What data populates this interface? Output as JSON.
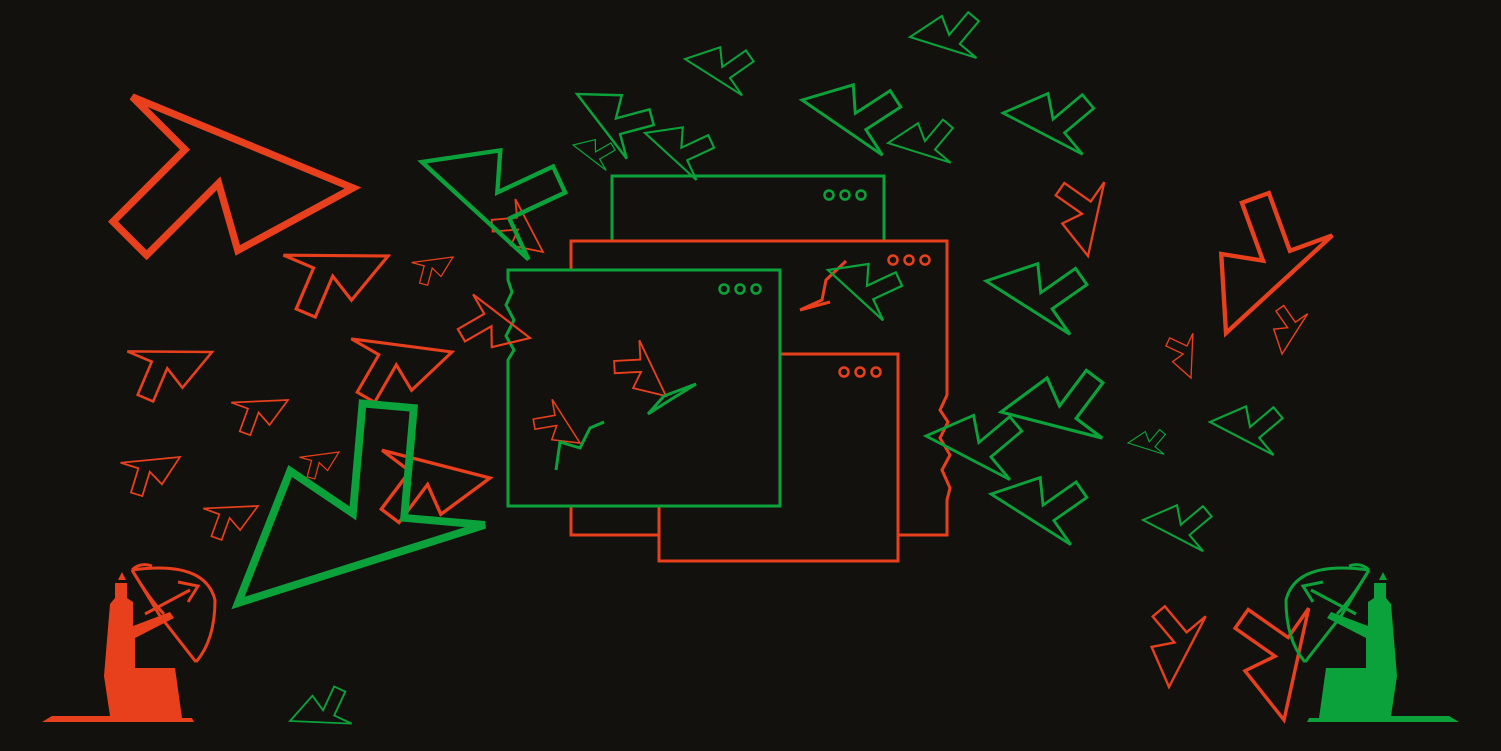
{
  "scene": {
    "background": "#12110d",
    "colors": {
      "red": "#e8401c",
      "green": "#0ba13b"
    },
    "windows": [
      {
        "name": "window-back-green",
        "color": "green",
        "controls_icon": "three-dots-icon"
      },
      {
        "name": "window-mid-red",
        "color": "red",
        "controls_icon": "three-dots-icon"
      },
      {
        "name": "window-front-green",
        "color": "green",
        "controls_icon": "three-dots-icon"
      },
      {
        "name": "window-front-red",
        "color": "red",
        "controls_icon": "three-dots-icon"
      }
    ],
    "figures": [
      {
        "name": "archer-red",
        "color": "red",
        "icon": "archer-icon"
      },
      {
        "name": "archer-green",
        "color": "green",
        "icon": "archer-icon"
      }
    ],
    "cursor_icon": "mouse-cursor-icon"
  }
}
